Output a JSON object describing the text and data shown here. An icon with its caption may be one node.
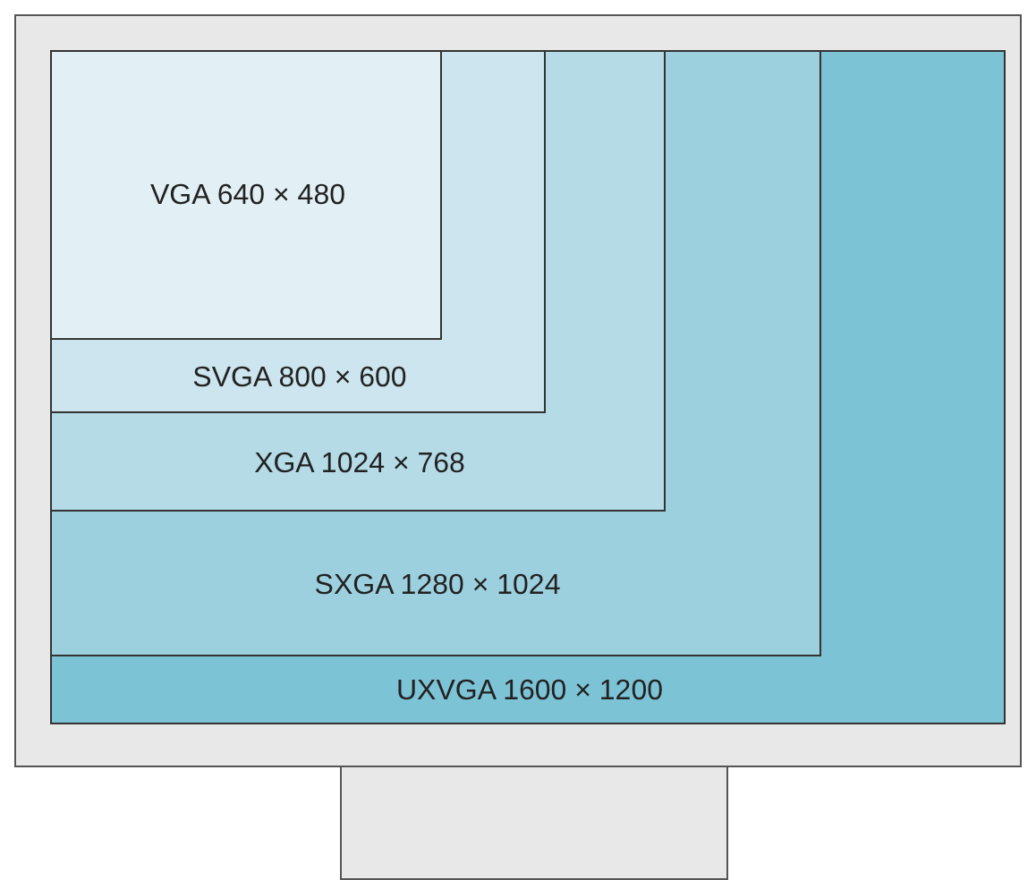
{
  "diagram": {
    "nodes": [
      {
        "text": [
          "UXVGA 1600 × 1200"
        ]
      },
      {
        "text": [
          "SXGA 1280 × 1024"
        ],
        "in": 0
      },
      {
        "text": [
          "XGA 1024 × 768"
        ],
        "in": 1
      },
      {
        "text": [
          "SVGA 800 × 600"
        ],
        "in": 2
      },
      {
        "text": [
          "VGA 640 × 480"
        ],
        "in": 3
      }
    ]
  }
}
